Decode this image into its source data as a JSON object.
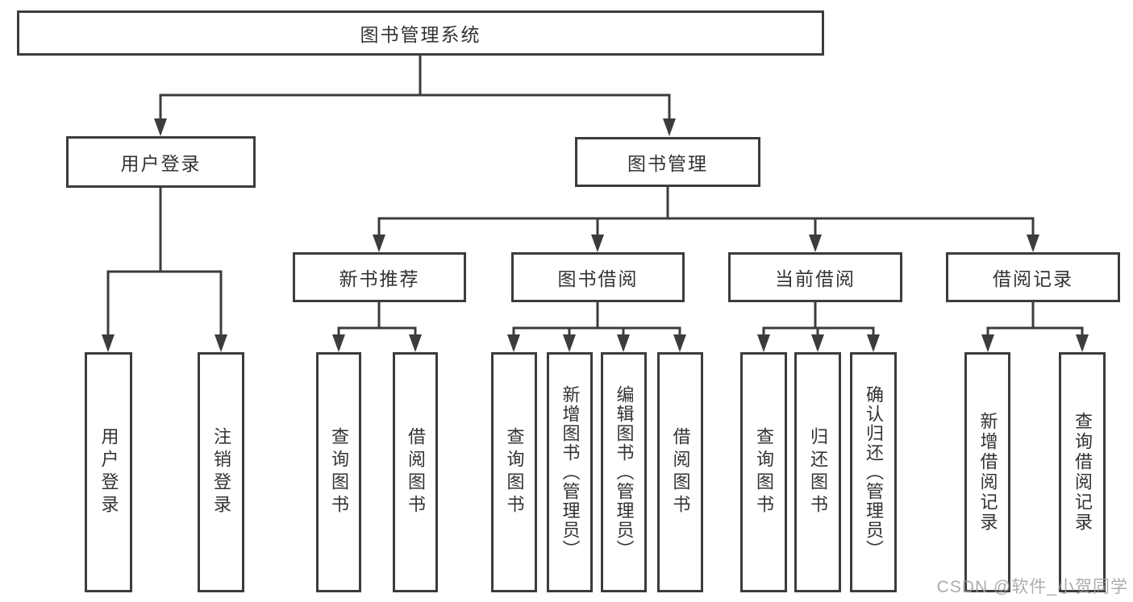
{
  "diagram": {
    "root": {
      "label": "图书管理系统"
    },
    "level2": [
      {
        "label": "用户登录"
      },
      {
        "label": "图书管理"
      }
    ],
    "level3": [
      {
        "label": "新书推荐"
      },
      {
        "label": "图书借阅"
      },
      {
        "label": "当前借阅"
      },
      {
        "label": "借阅记录"
      }
    ],
    "level4": {
      "user_login": [
        {
          "label": "用户登录"
        },
        {
          "label": "注销登录"
        }
      ],
      "new_book_rec": [
        {
          "label": "查询图书"
        },
        {
          "label": "借阅图书"
        }
      ],
      "book_borrow": [
        {
          "label": "查询图书"
        },
        {
          "label": "新增图书（管理员）"
        },
        {
          "label": "编辑图书（管理员）"
        },
        {
          "label": "借阅图书"
        }
      ],
      "current_borrow": [
        {
          "label": "查询图书"
        },
        {
          "label": "归还图书"
        },
        {
          "label": "确认归还（管理员）"
        }
      ],
      "borrow_records": [
        {
          "label": "新增借阅记录"
        },
        {
          "label": "查询借阅记录"
        }
      ]
    }
  },
  "watermark": {
    "text": "CSDN @软件_小贺同学"
  },
  "colors": {
    "line": "#3c3c3c",
    "box_border": "#3c3c3c",
    "text": "#333333",
    "watermark": "#9e9e9e",
    "background": "#ffffff"
  }
}
